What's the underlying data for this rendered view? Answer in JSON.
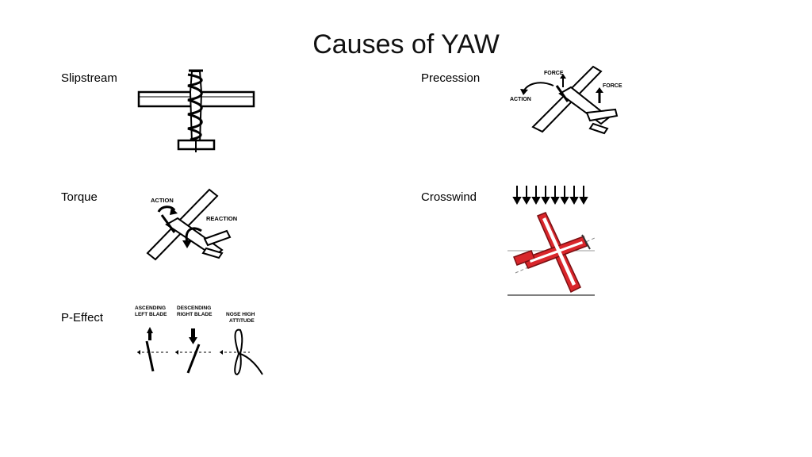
{
  "slide": {
    "title": "Causes of YAW",
    "sections": {
      "slipstream": {
        "label": "Slipstream"
      },
      "precession": {
        "label": "Precession",
        "captions": {
          "force_top": "FORCE",
          "force_right": "FORCE",
          "action": "ACTION"
        }
      },
      "torque": {
        "label": "Torque",
        "captions": {
          "action": "ACTION",
          "reaction": "REACTION"
        }
      },
      "crosswind": {
        "label": "Crosswind"
      },
      "p_effect": {
        "label": "P-Effect",
        "captions": {
          "ascending_1": "ASCENDING",
          "ascending_2": "LEFT BLADE",
          "descending_1": "DESCENDING",
          "descending_2": "RIGHT BLADE",
          "nose_1": "NOSE HIGH",
          "nose_2": "ATTITUDE"
        }
      }
    }
  },
  "colors": {
    "text": "#000000",
    "crosswind_plane": "#d9262b",
    "background": "#ffffff"
  }
}
